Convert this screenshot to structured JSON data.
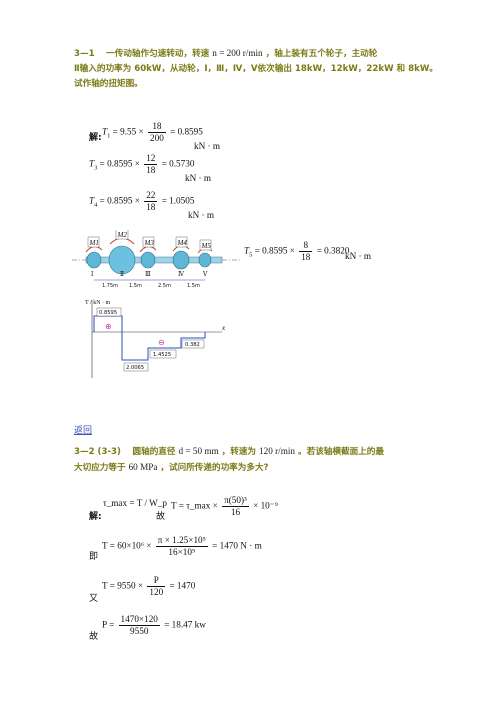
{
  "problem1": {
    "line1": "3—1　  一传动轴作匀速转动，转速",
    "speed_expr": "n = 200 r/min",
    "line1_tail": "，轴上装有五个轮子，主动轮",
    "line2": "Ⅱ输入的功率为 60kW，从动轮，Ⅰ，Ⅲ，Ⅳ，Ⅴ依次输出 18kW，12kW，22kW 和 8kW。",
    "line3": "试作轴的扭矩图。"
  },
  "solution1": {
    "jie": "解:",
    "eq1": {
      "lhs": "T",
      "sub": "1",
      "pre": "= 9.55 ×",
      "num": "18",
      "den": "200",
      "post": "= 0.8595",
      "unit": "kN · m"
    },
    "eq2": {
      "lhs": "T",
      "sub": "3",
      "pre": "= 0.8595 ×",
      "num": "12",
      "den": "18",
      "post": "= 0.5730",
      "unit": "kN · m"
    },
    "eq3": {
      "lhs": "T",
      "sub": "4",
      "pre": "= 0.8595 ×",
      "num": "22",
      "den": "18",
      "post": "= 1.0505",
      "unit": "kN · m"
    },
    "eq4": {
      "lhs": "T",
      "sub": "5",
      "pre": "= 0.8595 ×",
      "num": "8",
      "den": "18",
      "post": "= 0.3820",
      "unit": "kN · m"
    }
  },
  "figure": {
    "moments": [
      "M1",
      "M2",
      "M3",
      "M4",
      "M5"
    ],
    "wheel_labels": [
      "Ⅰ",
      "Ⅱ",
      "Ⅲ",
      "Ⅳ",
      "Ⅴ"
    ],
    "dims": [
      "1.75m",
      "1.5m",
      "2.5m",
      "1.5m"
    ],
    "axis_label": "T / kN · m",
    "x_label": "x",
    "values": [
      "0.8595",
      "0.382",
      "1.4525",
      "2.0065"
    ],
    "signs": [
      "⊕",
      "⊖"
    ]
  },
  "back_link": "返回",
  "problem2": {
    "line1_a": "3—2 (3-3)　  圆轴的直径",
    "diam": "d = 50 mm",
    "line1_b": "，转速为",
    "speed": "120 r/min",
    "line1_c": "。若该轴横截面上的最",
    "line2_a": "大切应力等于",
    "stress": "60 MPa",
    "line2_b": "，试问所传递的功率为多大?"
  },
  "solution2": {
    "jie": "解:",
    "gu": "故",
    "ji": "即",
    "you": "又",
    "gu2": "故",
    "eqA": "τ_max = T / W_p",
    "eqB_pre": "T = τ_max ×",
    "eqB_num": "π(50)³",
    "eqB_den": "16",
    "eqB_post": "× 10⁻⁹",
    "eqC_pre": "T = 60×10⁶ ×",
    "eqC_num": "π × 1.25×10⁵",
    "eqC_den": "16×10⁹",
    "eqC_post": "= 1470 N · m",
    "eqD_pre": "T = 9550 ×",
    "eqD_num": "P",
    "eqD_den": "120",
    "eqD_post": "= 1470",
    "eqE_pre": "P =",
    "eqE_num": "1470×120",
    "eqE_den": "9550",
    "eqE_post": "= 18.47 kw"
  }
}
